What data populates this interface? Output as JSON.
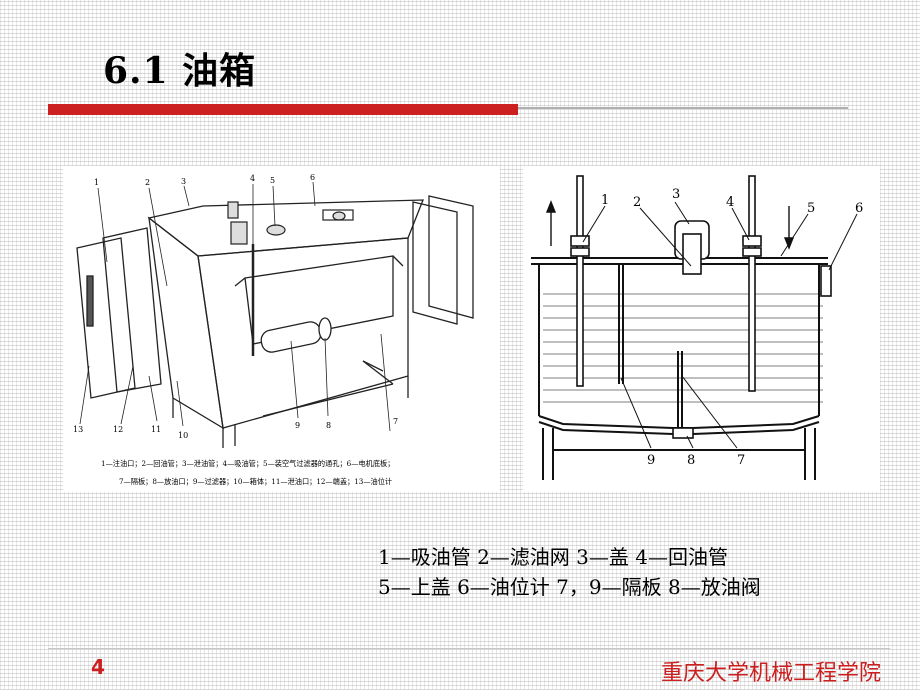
{
  "slide": {
    "title": "6.1 油箱",
    "page_number": "4",
    "school": "重庆大学机械工程学院"
  },
  "left_figure": {
    "callouts": [
      "1",
      "2",
      "3",
      "4",
      "5",
      "6",
      "7",
      "8",
      "9",
      "10",
      "11",
      "12",
      "13"
    ],
    "caption_line1": "1—注油口；2—回油管；3—泄油管；4—吸油管；5—装空气过滤器的通孔；6—电机底板；",
    "caption_line2": "7—隔板；8—放油口；9—过滤器；10—箱体；11—泄油口；12—端盖；13—油位计"
  },
  "right_figure": {
    "callouts": [
      "1",
      "2",
      "3",
      "4",
      "5",
      "6",
      "7",
      "8",
      "9"
    ]
  },
  "legend": {
    "line1": "1—吸油管  2—滤油网  3—盖  4—回油管",
    "line2": "5—上盖 6—油位计 7，9—隔板 8—放油阀"
  }
}
